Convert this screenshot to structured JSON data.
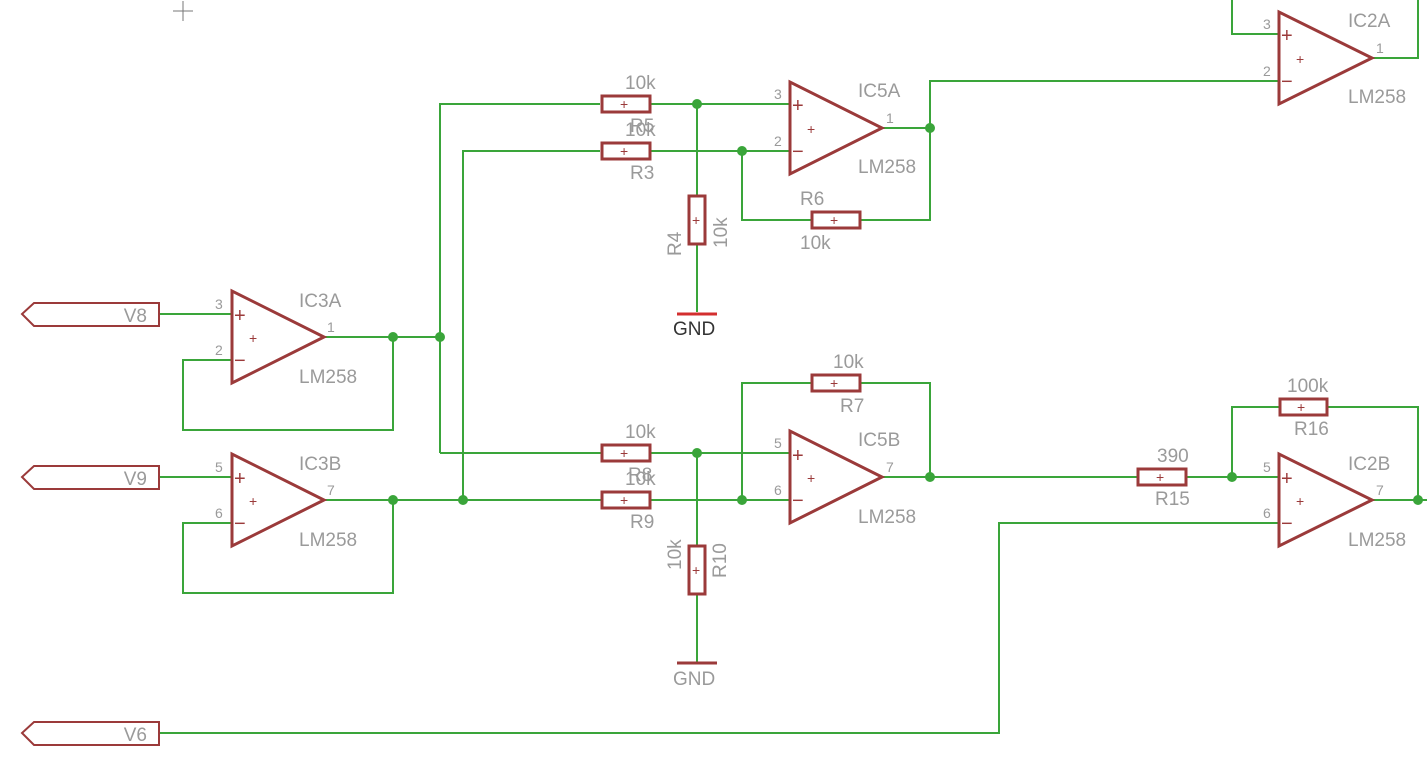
{
  "opamps": {
    "ic3a": {
      "name": "IC3A",
      "value": "LM258",
      "pin_p": "3",
      "pin_n": "2",
      "pin_out": "1"
    },
    "ic3b": {
      "name": "IC3B",
      "value": "LM258",
      "pin_p": "5",
      "pin_n": "6",
      "pin_out": "7"
    },
    "ic5a": {
      "name": "IC5A",
      "value": "LM258",
      "pin_p": "3",
      "pin_n": "2",
      "pin_out": "1"
    },
    "ic5b": {
      "name": "IC5B",
      "value": "LM258",
      "pin_p": "5",
      "pin_n": "6",
      "pin_out": "7"
    },
    "ic2a": {
      "name": "IC2A",
      "value": "LM258",
      "pin_p": "3",
      "pin_n": "2",
      "pin_out": "1"
    },
    "ic2b": {
      "name": "IC2B",
      "value": "LM258",
      "pin_p": "5",
      "pin_n": "6",
      "pin_out": "7"
    }
  },
  "resistors": {
    "r5": {
      "name": "R5",
      "value": "10k"
    },
    "r3": {
      "name": "R3",
      "value": "10k"
    },
    "r4": {
      "name": "R4",
      "value": "10k"
    },
    "r6": {
      "name": "R6",
      "value": "10k"
    },
    "r7": {
      "name": "R7",
      "value": "10k"
    },
    "r8": {
      "name": "R8",
      "value": "10k"
    },
    "r9": {
      "name": "R9",
      "value": "10k"
    },
    "r10": {
      "name": "R10",
      "value": "10k"
    },
    "r15": {
      "name": "R15",
      "value": "390"
    },
    "r16": {
      "name": "R16",
      "value": "100k"
    }
  },
  "ports": {
    "v8": "V8",
    "v9": "V9",
    "v6": "V6"
  },
  "gnd": {
    "top": "GND",
    "bottom": "GND"
  },
  "symbols": {
    "plus": "+",
    "minus": "−",
    "body_plus": "+"
  },
  "colors": {
    "wire": "#3aa53a",
    "symbol": "#9b3a3a",
    "text": "#9a9a9a",
    "gnd_text": "#333333",
    "gnd_bar": "#d32f2f",
    "junction": "#3aa53a"
  }
}
